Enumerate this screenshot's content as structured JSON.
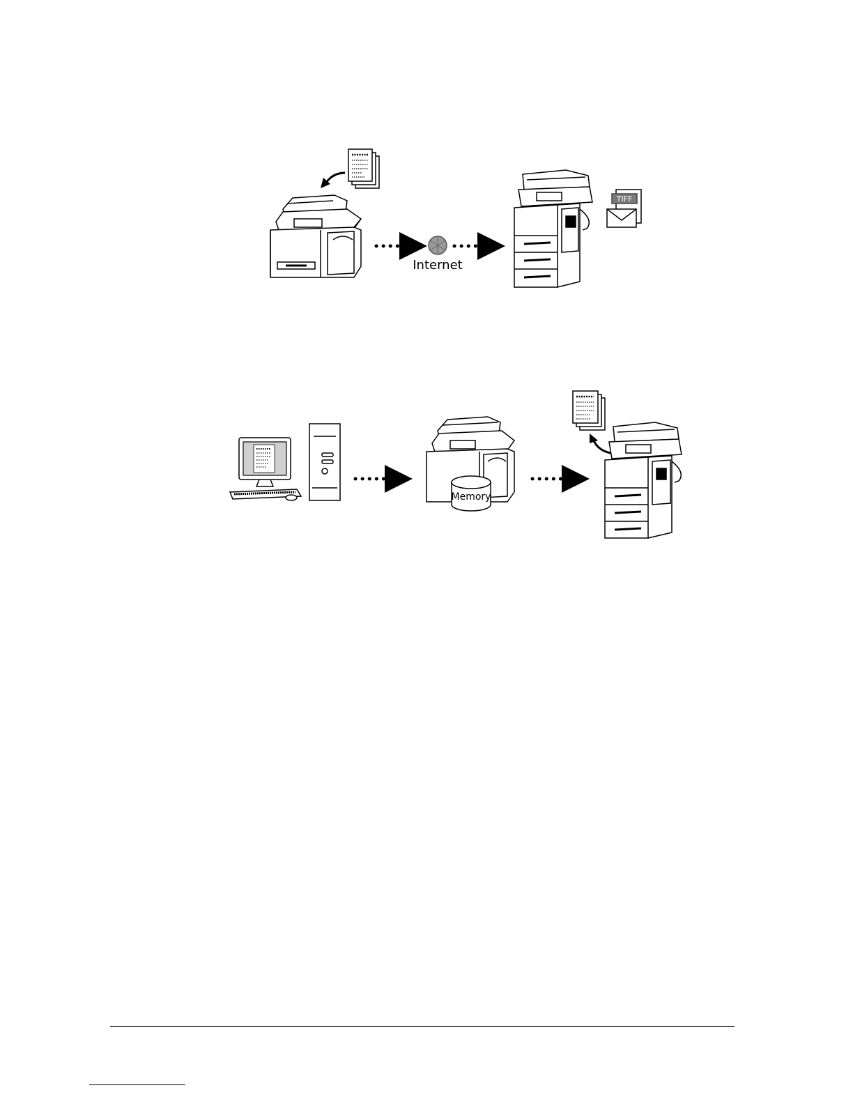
{
  "diagram_top": {
    "network_label": "Internet",
    "attachment_label": "TIFF"
  },
  "diagram_bottom": {
    "storage_label": "Memory"
  }
}
